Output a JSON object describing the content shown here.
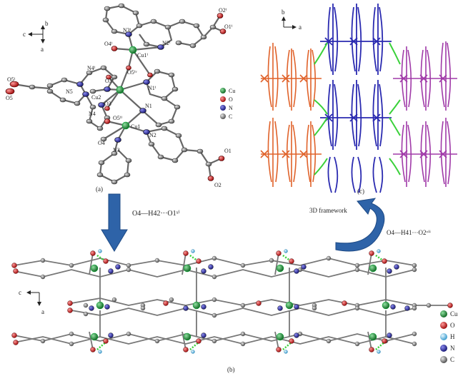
{
  "panels": {
    "a": {
      "caption": "(a)",
      "axis_b": "b",
      "axis_c": "c",
      "axis_a": "a",
      "atom_labels": {
        "o2i": "O2ⁱ",
        "o1i": "O1ⁱ",
        "n3i": "N3ⁱ",
        "o4i": "O4ⁱ",
        "n2i": "N2ⁱ",
        "cu1i": "Cu1ⁱ",
        "n4i": "N4ⁱ",
        "o5iv": "O5ⁱᵛ",
        "o3i": "O3ⁱ",
        "n1i": "N1ⁱ",
        "o5i": "O5ⁱ",
        "o5": "O5",
        "n5": "N5",
        "cu2": "Cu2",
        "n4": "N4",
        "o3": "O3",
        "o5ii": "O5ⁱⁱ",
        "n1": "N1",
        "cu1": "Cu1",
        "n2": "N2",
        "o4": "O4",
        "n3": "N3",
        "o1": "O1",
        "o2": "O2"
      },
      "legend": [
        "Cu",
        "O",
        "N",
        "C"
      ]
    },
    "b": {
      "caption": "(b)",
      "axis_c": "c",
      "axis_a": "a",
      "hbond_label": "O4—H42···O1ˣⁱ",
      "legend": [
        "Cu",
        "O",
        "H",
        "N",
        "C"
      ]
    },
    "c": {
      "caption": "(c)",
      "axis_b": "b",
      "axis_a": "a",
      "framework_label": "3D framework",
      "hbond_label": "O4—H41···O2ᵛⁱⁱ"
    }
  },
  "colors": {
    "cu": "#1f8a3a",
    "o": "#d11a1a",
    "n": "#2a2aa0",
    "c": "#8a8a8a",
    "h": "#6fc3ea",
    "orange": "#e0622a",
    "blue": "#2a2ab0",
    "purple": "#a03aa8",
    "hbond": "#3ad13a",
    "arrow": "#2e63a8"
  }
}
